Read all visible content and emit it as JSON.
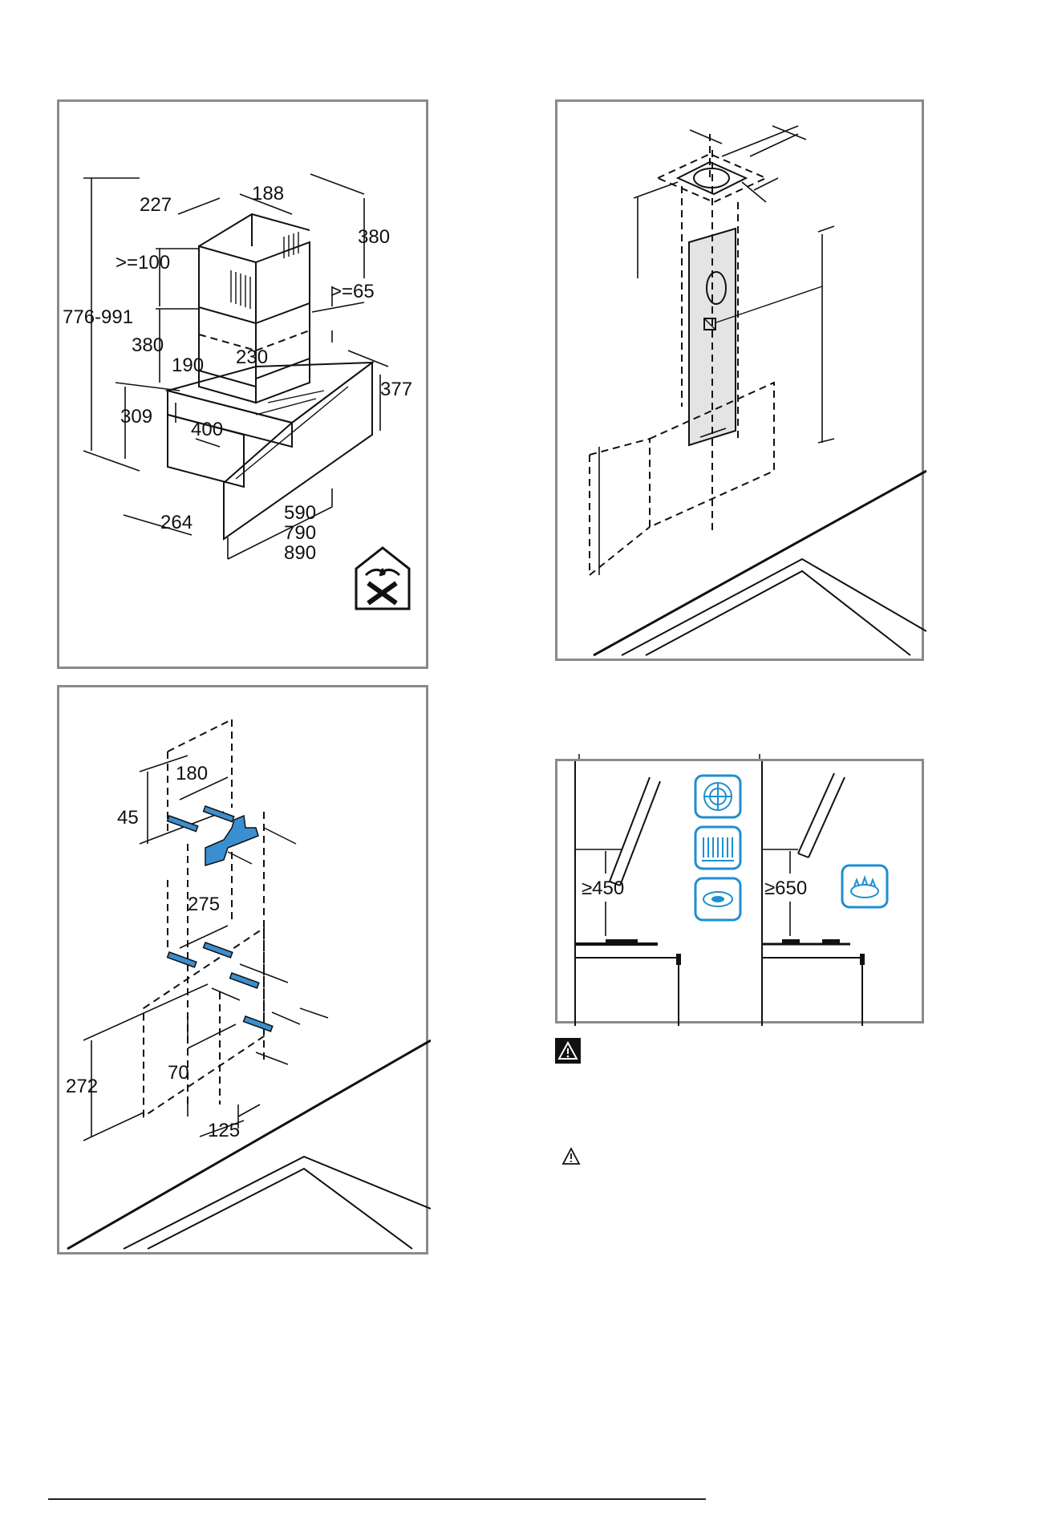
{
  "panel1": {
    "dims": {
      "d227": "227",
      "d188": "188",
      "d380_top": "380",
      "d_ge100": ">=100",
      "d776": "776-991",
      "d_ge65": ">=65",
      "d380_left": "380",
      "d190": "190",
      "d230": "230",
      "d377": "377",
      "d309": "309",
      "d400": "400",
      "d264": "264",
      "d590": "590",
      "d790": "790",
      "d890": "890"
    },
    "icon": "circulation-mode-icon"
  },
  "panel2": {
    "icon": "wall-chimney-template-diagram"
  },
  "panel3": {
    "dims": {
      "d180": "180",
      "d45": "45",
      "d275": "275",
      "d272": "272",
      "d70": "70",
      "d125": "125"
    }
  },
  "panel4": {
    "dims": {
      "d450": "≥450",
      "d650": "≥650"
    },
    "icons": [
      "fan-heater-icon",
      "radiant-heater-icon",
      "electric-hob-icon",
      "gas-burner-icon"
    ]
  },
  "warnings": {
    "icon_main": "warning-icon",
    "icon_secondary": "caution-icon"
  },
  "colors": {
    "frame": "#8a8a8a",
    "icon_blue": "#1e8fd0",
    "bracket_blue": "#3a8fd0",
    "panel_gray": "#e4e4e4"
  }
}
